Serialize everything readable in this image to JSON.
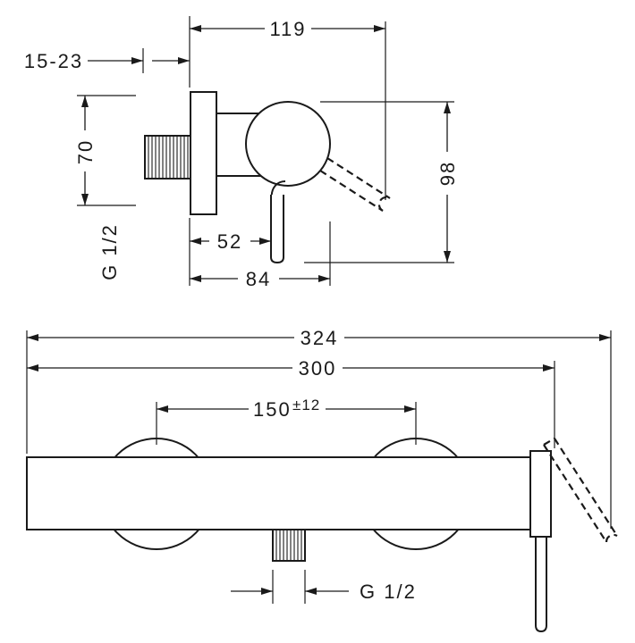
{
  "drawing": {
    "type": "technical-dimension-drawing",
    "colors": {
      "ink": "#1a1a1a",
      "paper": "#ffffff"
    },
    "side_view": {
      "width_total": "119",
      "depth_range": "15-23",
      "height_inlet": "70",
      "height_body": "98",
      "thread_label": "G 1/2",
      "outlet_offset": "52",
      "body_depth": "84"
    },
    "front_view": {
      "width_overall": "324",
      "width_body": "300",
      "centers_value": "150",
      "centers_tolerance": "±12",
      "outlet_thread_label": "G 1/2"
    }
  }
}
